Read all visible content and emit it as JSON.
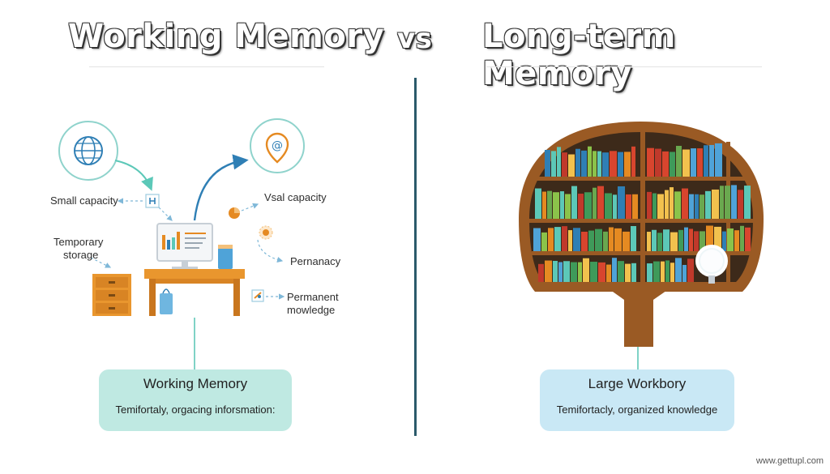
{
  "header": {
    "left_title": "Working Memory",
    "vs": "vs",
    "right_title": "Long-term Memory"
  },
  "left": {
    "labels": {
      "small_capacity": "Small capacity",
      "temporary_storage_1": "Temporary",
      "temporary_storage_2": "storage",
      "vsal_capacity": "Vsal capacity",
      "pernanacy": "Pernanacy",
      "permanent_1": "Permanent",
      "permanent_2": "mowledge"
    },
    "card": {
      "title": "Working Memory",
      "text": "Temifortaly, orgacing inforsmation:"
    },
    "icons": [
      "globe-icon",
      "at-sign-location-icon",
      "monitor-icon",
      "desk-icon",
      "drawer-cabinet-icon",
      "bag-icon",
      "cup-icon",
      "bulb-icon"
    ]
  },
  "right": {
    "card": {
      "title": "Large Workbory",
      "text": "Temifortacly, organized knowledge"
    },
    "icons": [
      "bookshelf-tree-icon",
      "magnifier-icon"
    ]
  },
  "colors": {
    "divider": "#2b5a6b",
    "teal": "#5cc8b8",
    "blue": "#2f7fb5",
    "orange": "#e58a22",
    "wood": "#9a5a24",
    "card_left": "#bfe9e2",
    "card_right": "#c9e8f5"
  },
  "footer": {
    "credit": "www.gettupl.com"
  }
}
